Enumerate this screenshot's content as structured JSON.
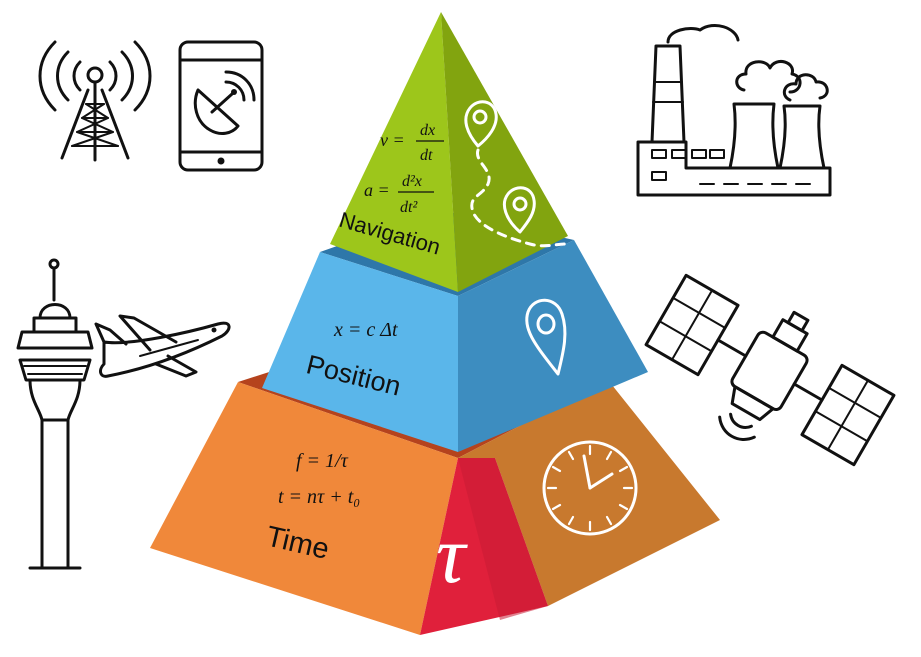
{
  "pyramid": {
    "navigation": {
      "label": "Navigation",
      "formula_v": "v = dx/dt",
      "formula_a": "a = d²x/dt²",
      "colors": {
        "front": "#9dc61b",
        "side": "#82a40f"
      }
    },
    "position": {
      "label": "Position",
      "formula": "x = c Δt",
      "colors": {
        "front": "#5ab6ea",
        "side": "#3d8dc0",
        "top": "#2e77a9"
      }
    },
    "time": {
      "label": "Time",
      "formula_f": "f = 1/τ",
      "formula_t": "t = nτ + t₀",
      "symbol": "τ",
      "colors": {
        "front": "#f0883a",
        "side": "#c8792e",
        "top": "#b5431d",
        "accent": "#e0203b"
      }
    }
  },
  "icons": [
    "radio-tower-icon",
    "smartphone-satellite-dish-icon",
    "power-plant-icon",
    "control-tower-icon",
    "airplane-icon",
    "satellite-icon",
    "map-pin-route-icon",
    "map-pin-icon",
    "clock-icon"
  ]
}
